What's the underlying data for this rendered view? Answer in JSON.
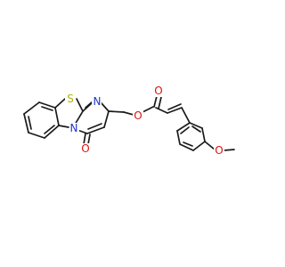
{
  "molecule": {
    "atom_labels": {
      "sulfur": "S",
      "ring_nitrogen": "N",
      "fused_nitrogen": "N",
      "carbonyl_oxygen": "O",
      "ester_oxygen": "O",
      "ester_carbonyl_oxygen": "O",
      "methoxy_oxygen": "O"
    },
    "colors": {
      "bond": "#1a1a1a",
      "sulfur": "#b3b300",
      "nitrogen": "#2233cc",
      "oxygen": "#dd1111"
    }
  }
}
